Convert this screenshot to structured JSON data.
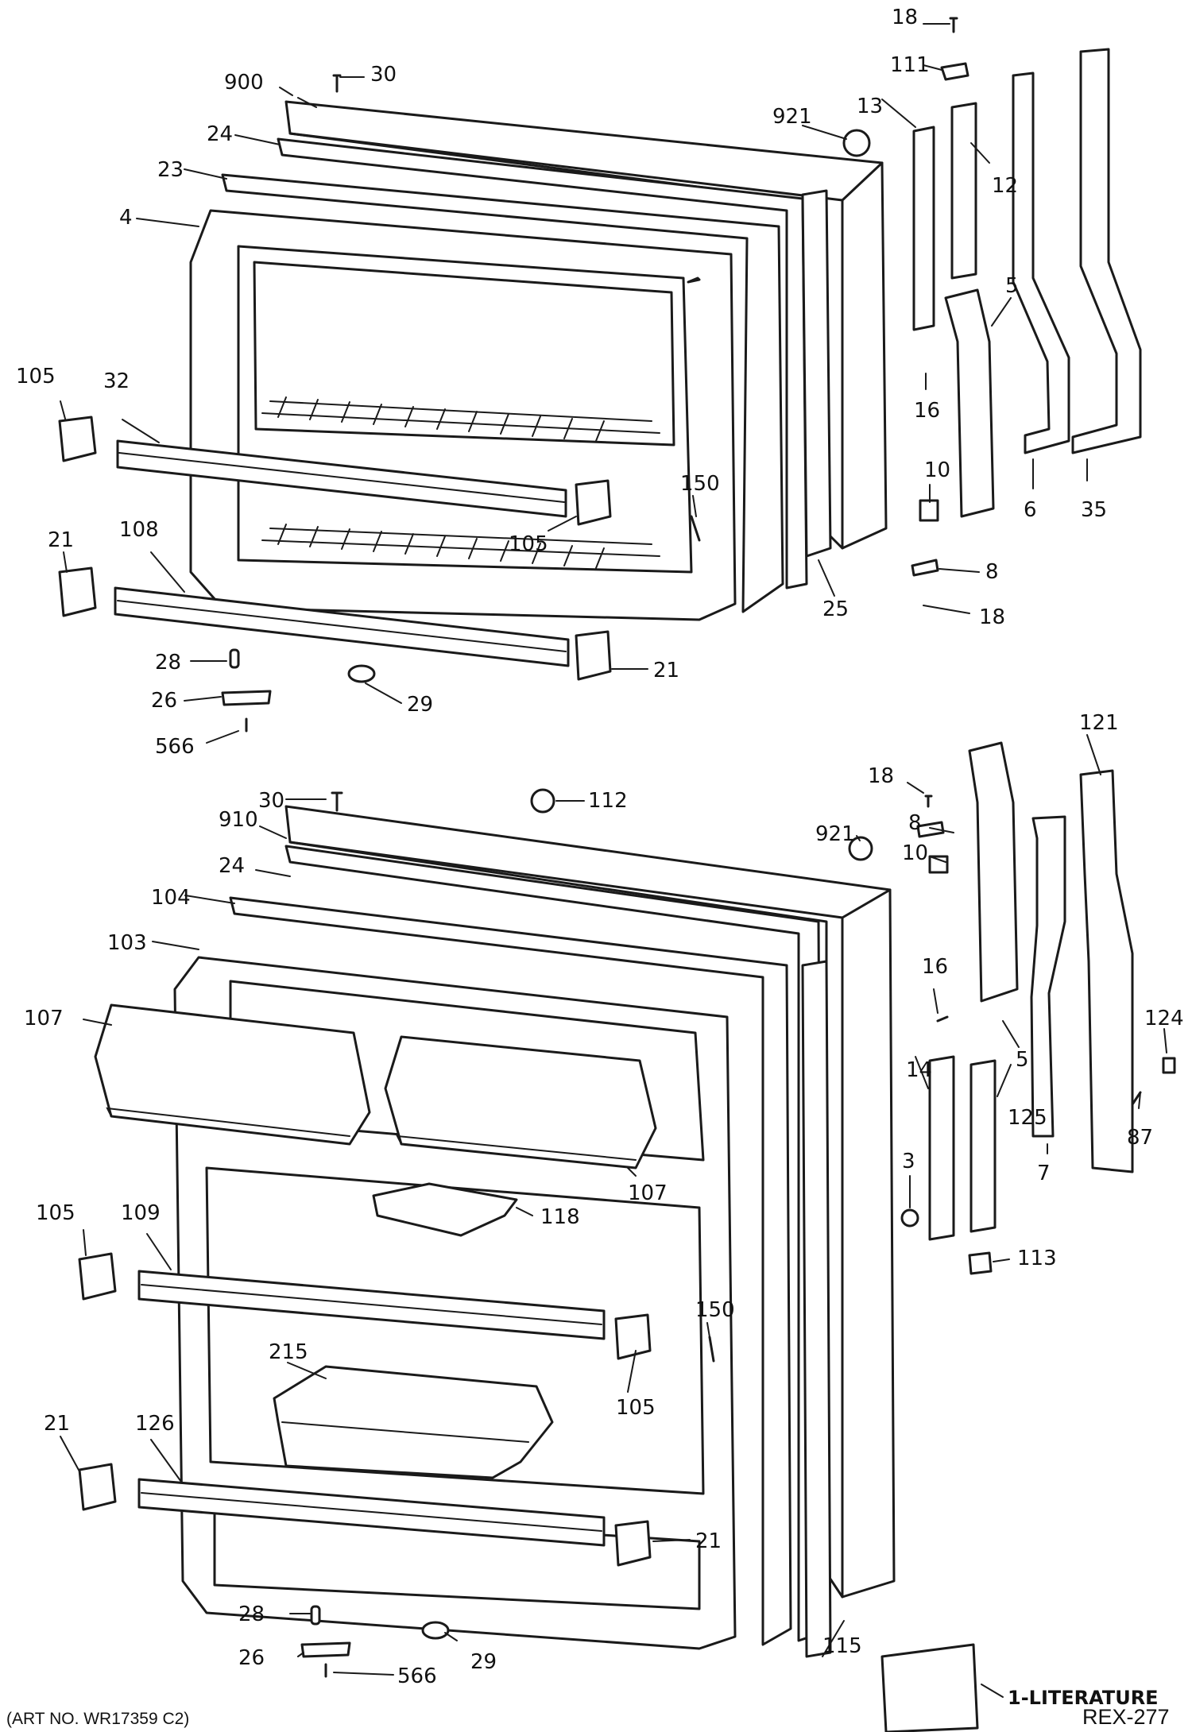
{
  "callouts": {
    "upper": {
      "c18": "18",
      "c111": "111",
      "c13": "13",
      "c12": "12",
      "c921": "921",
      "c900": "900",
      "c30": "30",
      "c24": "24",
      "c23": "23",
      "c4": "4",
      "c5": "5",
      "c16": "16",
      "c105a": "105",
      "c32": "32",
      "c10": "10",
      "c150": "150",
      "c105b": "105",
      "c6": "6",
      "c35": "35",
      "c8": "8",
      "c21a": "21",
      "c108": "108",
      "c25": "25",
      "c18b": "18",
      "c28": "28",
      "c21b": "21",
      "c26": "26",
      "c29": "29",
      "c566": "566"
    },
    "lower": {
      "c121": "121",
      "c18": "18",
      "c30": "30",
      "c112": "112",
      "c8": "8",
      "c910": "910",
      "c921": "921",
      "c10": "10",
      "c24": "24",
      "c104": "104",
      "c103": "103",
      "c16": "16",
      "c124": "124",
      "c107a": "107",
      "c14": "14",
      "c125": "125",
      "c5": "5",
      "c87": "87",
      "c3": "3",
      "c7": "7",
      "c107b": "107",
      "c118": "118",
      "c113": "113",
      "c105a": "105",
      "c109": "109",
      "c150": "150",
      "c215": "215",
      "c105b": "105",
      "c21a": "21",
      "c126": "126",
      "c21b": "21",
      "c28": "28",
      "c115": "115",
      "c26": "26",
      "c29": "29",
      "c566": "566"
    }
  },
  "literature_label": "1-LITERATURE",
  "art_number": "(ART NO. WR17359 C2)",
  "drawing_id": "REX-277",
  "colors": {
    "ink": "#1a1a1a",
    "paper": "#ffffff"
  }
}
